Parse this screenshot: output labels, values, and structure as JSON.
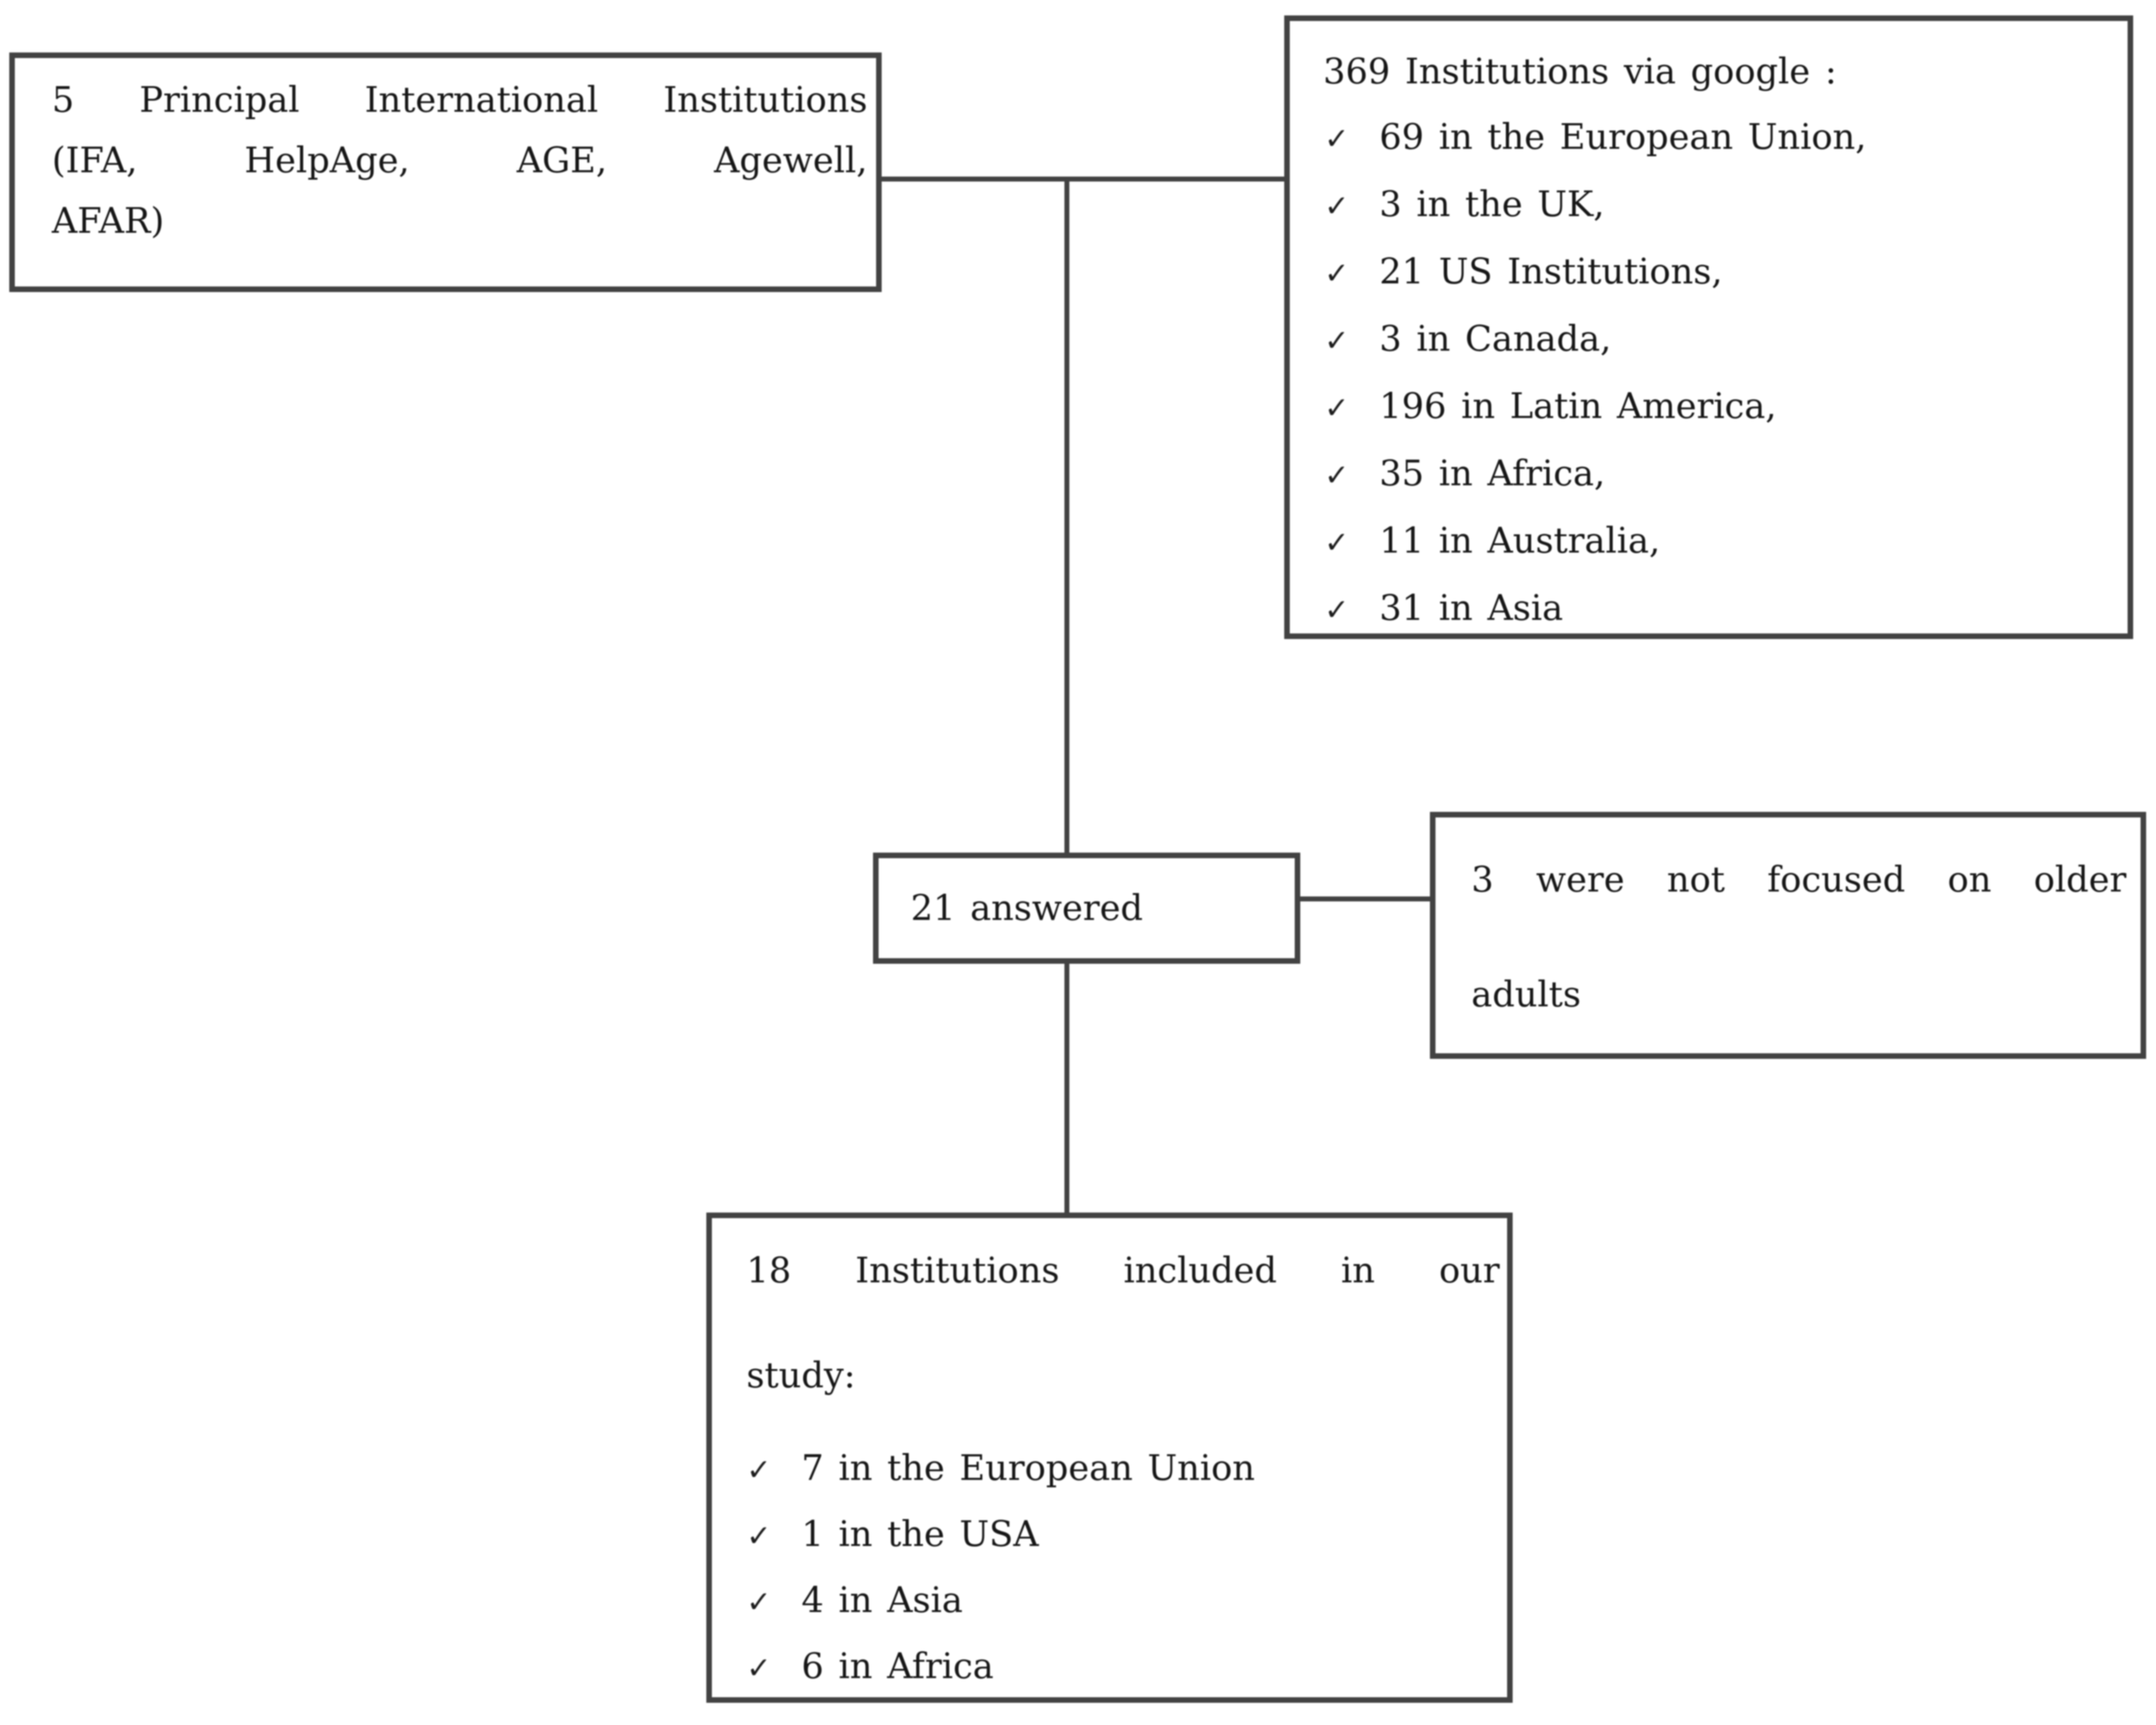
{
  "figure": {
    "background": "#ffffff",
    "line_color": "#424242",
    "text_color": "#161616"
  },
  "check_glyph": "✓",
  "boxes": {
    "principal": {
      "line1": "5 Principal International Institutions",
      "line2": "(IFA, HelpAge, AGE, Agewell,",
      "line3": "AFAR)"
    },
    "google": {
      "heading": "369 Institutions via google :",
      "items": [
        "69 in the European Union,",
        "3 in the UK,",
        "21 US Institutions,",
        "3 in Canada,",
        "196 in Latin America,",
        "35 in Africa,",
        "11 in Australia,",
        "31 in Asia"
      ]
    },
    "answered": {
      "label": "21 answered"
    },
    "not_focused": {
      "line1": "3 were not focused on older",
      "line2": "adults"
    },
    "included": {
      "heading_line1": "18 Institutions included in our",
      "heading_line2": "study:",
      "items": [
        "7 in the European Union",
        "1 in the USA",
        "4 in Asia",
        "6 in Africa"
      ]
    }
  }
}
